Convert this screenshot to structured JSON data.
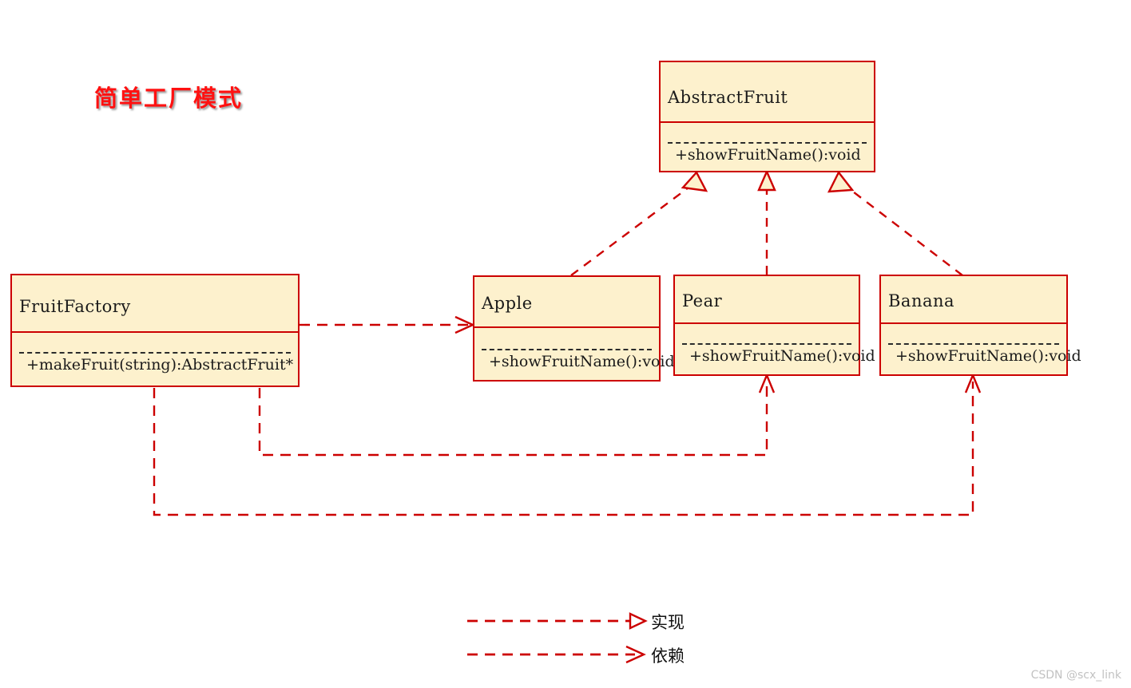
{
  "diagram": {
    "title": "简单工厂模式",
    "title_color": "#ff1111",
    "background": "#ffffff",
    "box_fill": "#fdf1cd",
    "box_border": "#cc0000",
    "line_color": "#cc0000",
    "text_color": "#1a1a1a"
  },
  "classes": [
    {
      "id": "abstract-fruit",
      "name": "AbstractFruit",
      "members": [
        "+showFruitName():void"
      ]
    },
    {
      "id": "fruit-factory",
      "name": "FruitFactory",
      "members": [
        "+makeFruit(string):AbstractFruit*"
      ]
    },
    {
      "id": "apple",
      "name": "Apple",
      "members": [
        "+showFruitName():void"
      ]
    },
    {
      "id": "pear",
      "name": "Pear",
      "members": [
        "+showFruitName():void"
      ]
    },
    {
      "id": "banana",
      "name": "Banana",
      "members": [
        "+showFruitName():void"
      ]
    }
  ],
  "relations": [
    {
      "from": "Apple",
      "to": "AbstractFruit",
      "type": "realization"
    },
    {
      "from": "Pear",
      "to": "AbstractFruit",
      "type": "realization"
    },
    {
      "from": "Banana",
      "to": "AbstractFruit",
      "type": "realization"
    },
    {
      "from": "FruitFactory",
      "to": "Apple",
      "type": "dependency"
    },
    {
      "from": "FruitFactory",
      "to": "Pear",
      "type": "dependency"
    },
    {
      "from": "FruitFactory",
      "to": "Banana",
      "type": "dependency"
    }
  ],
  "legend": {
    "items": [
      {
        "key": "realization",
        "label": "实现"
      },
      {
        "key": "dependency",
        "label": "依赖"
      }
    ]
  },
  "watermark": "CSDN @scx_link"
}
